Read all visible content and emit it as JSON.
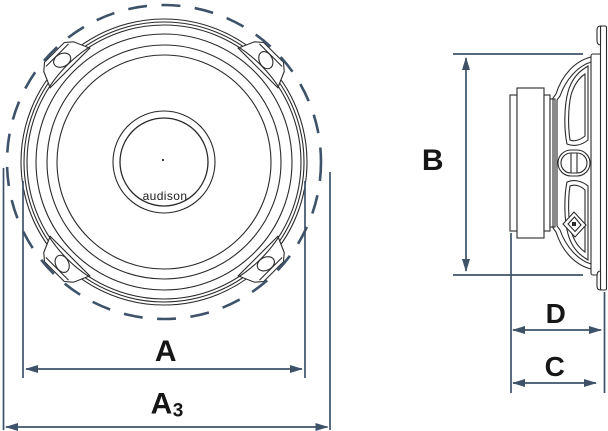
{
  "drawing": {
    "brand_label": "audison",
    "dimensions": {
      "a": "A",
      "a3_base": "A",
      "a3_sub": "3",
      "b": "B",
      "c": "C",
      "d": "D"
    },
    "colors": {
      "dimension_line": "#3e5269",
      "outline": "#2b2b2b",
      "label_text": "#161616",
      "background": "#ffffff"
    }
  }
}
